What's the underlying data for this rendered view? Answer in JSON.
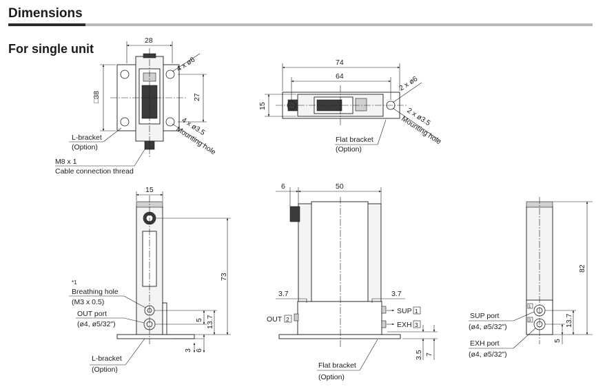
{
  "header": {
    "title": "Dimensions",
    "section": "For single unit"
  },
  "top_left": {
    "dim_width": "28",
    "dim_square": "□38",
    "dim_pitch": "27",
    "holes_d6": "4 x ø6",
    "holes_d35": "4 x ø3.5",
    "mounting_hole": "Mounting hole",
    "bracket": "L-bracket",
    "bracket_sub": "(Option)",
    "thread": "M8 x 1",
    "thread_sub": "Cable connection thread"
  },
  "top_right": {
    "dim_74": "74",
    "dim_64": "64",
    "dim_15": "15",
    "holes_d6": "2 x ø6",
    "holes_d35": "2 x ø3.5",
    "mounting_hole": "Mounting hole",
    "bracket": "Flat bracket",
    "bracket_sub": "(Option)"
  },
  "bottom_left": {
    "dim_15": "15",
    "dim_73": "73",
    "dim_5": "5",
    "dim_137": "13.7",
    "dim_3": "3",
    "dim_6": "6",
    "note_mark": "*1",
    "breathing": "Breathing hole",
    "breathing_sub": "(M3 x 0.5)",
    "out_port": "OUT port",
    "out_sub": "(ø4, ø5/32\")",
    "bracket": "L-bracket",
    "bracket_sub": "(Option)"
  },
  "bottom_mid": {
    "dim_6": "6",
    "dim_50": "50",
    "dim_37a": "3.7",
    "dim_37b": "3.7",
    "out": "OUT",
    "out_num": "2",
    "sup": "SUP",
    "sup_num": "1",
    "exh": "EXH",
    "exh_num": "3",
    "dim_35": "3.5",
    "dim_7": "7",
    "bracket": "Flat bracket",
    "bracket_sub": "(Option)"
  },
  "bottom_right": {
    "dim_82": "82",
    "dim_137": "13.7",
    "dim_5": "5",
    "sup_port": "SUP port",
    "sup_sub": "(ø4, ø5/32\")",
    "exh_port": "EXH port",
    "exh_sub": "(ø4, ø5/32\")",
    "badge_1": "1",
    "badge_3": "3"
  }
}
